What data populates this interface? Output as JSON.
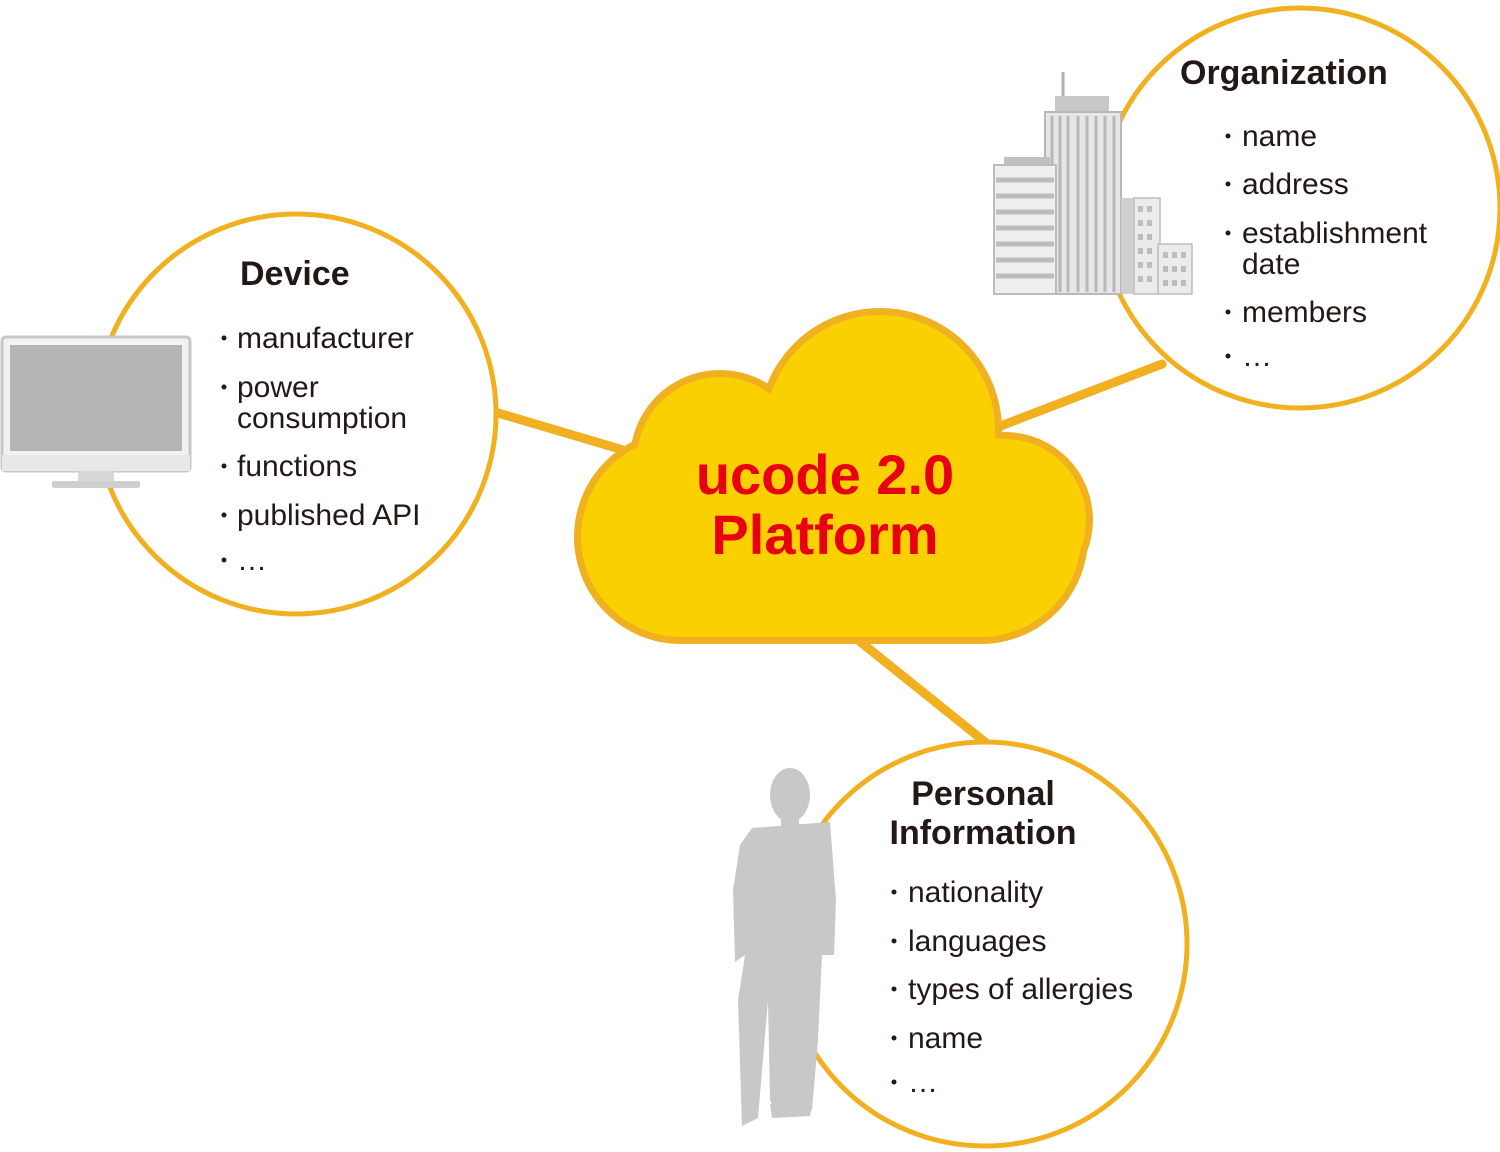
{
  "colors": {
    "accent": "#f0b020",
    "cloud_fill": "#fad000",
    "cloud_text": "#e60012",
    "text": "#231815",
    "icon_gray": "#c8c8c8"
  },
  "platform": {
    "line1": "ucode 2.0",
    "line2": "Platform"
  },
  "device": {
    "title": "Device",
    "icon": "monitor-icon",
    "items": [
      [
        "manufacturer"
      ],
      [
        "power",
        "consumption"
      ],
      [
        "functions"
      ],
      [
        "published API"
      ],
      [
        "…"
      ]
    ]
  },
  "organization": {
    "title": "Organization",
    "icon": "building-icon",
    "items": [
      [
        "name"
      ],
      [
        "address"
      ],
      [
        "establishment",
        "date"
      ],
      [
        "members"
      ],
      [
        "…"
      ]
    ]
  },
  "personal": {
    "title_line1": "Personal",
    "title_line2": "Information",
    "icon": "person-icon",
    "items": [
      [
        "nationality"
      ],
      [
        "languages"
      ],
      [
        "types of allergies"
      ],
      [
        "name"
      ],
      [
        "…"
      ]
    ]
  }
}
